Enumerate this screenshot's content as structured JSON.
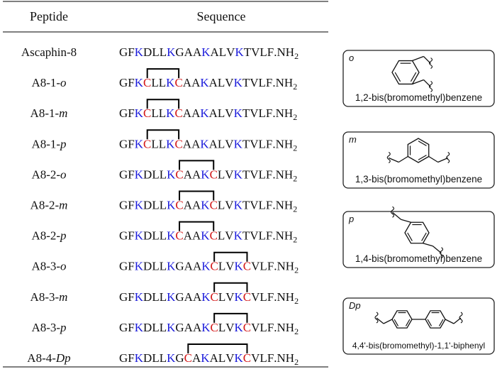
{
  "headers": {
    "peptide": "Peptide",
    "sequence": "Sequence"
  },
  "seq_suffix": ".NH",
  "seq_subscript": "2",
  "colors": {
    "lys": "#1a1adb",
    "cys": "#d41a1a",
    "default": "#111111",
    "bridge": "#000000"
  },
  "rows": [
    {
      "name": "Ascaphin-8",
      "suffix": "",
      "sequence": "GFKDLLKGAAKALVKTVLF",
      "bridge": null
    },
    {
      "name": "A8-1-",
      "suffix": "o",
      "sequence": "GFKCLLKCAAKALVKTVLF",
      "bridge": [
        4,
        8
      ]
    },
    {
      "name": "A8-1-",
      "suffix": "m",
      "sequence": "GFKCLLKCAAKALVKTVLF",
      "bridge": [
        4,
        8
      ]
    },
    {
      "name": "A8-1-",
      "suffix": "p",
      "sequence": "GFKCLLKCAAKALVKTVLF",
      "bridge": [
        4,
        8
      ]
    },
    {
      "name": "A8-2-",
      "suffix": "o",
      "sequence": "GFKDLLKCAAKCLVKTVLF",
      "bridge": [
        8,
        12
      ]
    },
    {
      "name": "A8-2-",
      "suffix": "m",
      "sequence": "GFKDLLKCAAKCLVKTVLF",
      "bridge": [
        8,
        12
      ]
    },
    {
      "name": "A8-2-",
      "suffix": "p",
      "sequence": "GFKDLLKCAAKCLVKTVLF",
      "bridge": [
        8,
        12
      ]
    },
    {
      "name": "A8-3-",
      "suffix": "o",
      "sequence": "GFKDLLKGAAKCLVKCVLF",
      "bridge": [
        12,
        16
      ]
    },
    {
      "name": "A8-3-",
      "suffix": "m",
      "sequence": "GFKDLLKGAAKCLVKCVLF",
      "bridge": [
        12,
        16
      ]
    },
    {
      "name": "A8-3-",
      "suffix": "p",
      "sequence": "GFKDLLKGAAKCLVKCVLF",
      "bridge": [
        12,
        16
      ]
    },
    {
      "name": "A8-4-",
      "suffix": "Dp",
      "sequence": "GFKDLLKGCAKALVKCVLF",
      "bridge": [
        9,
        16
      ]
    }
  ],
  "linkers": [
    {
      "tag": "o",
      "label": "1,2-bis(bromomethyl)benzene",
      "structure": "ortho-xylylene"
    },
    {
      "tag": "m",
      "label": "1,3-bis(bromomethyl)benzene",
      "structure": "meta-xylylene"
    },
    {
      "tag": "p",
      "label": "1,4-bis(bromomethyl)benzene",
      "structure": "para-xylylene"
    },
    {
      "tag": "Dp",
      "label": "4,4'-bis(bromomethyl)-1,1'-biphenyl",
      "structure": "biphenyl-dimethylene"
    }
  ]
}
